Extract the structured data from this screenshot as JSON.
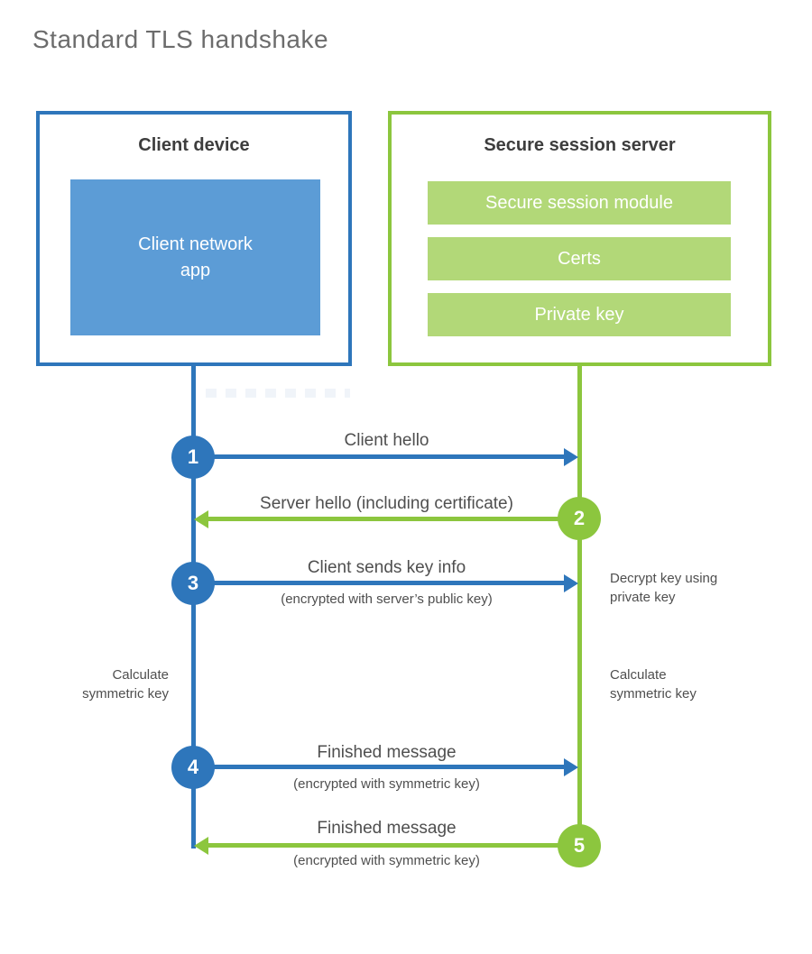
{
  "title": "Standard TLS handshake",
  "colors": {
    "blue": "#2e76bb",
    "blue_fill": "#5c9cd6",
    "green": "#8cc63e",
    "green_fill": "#b2d878",
    "heading_text": "#3d3d3d",
    "label_text": "#4f4f4f",
    "title_text": "#6c6c6c"
  },
  "client": {
    "title": "Client device",
    "module": "Client network\napp"
  },
  "server": {
    "title": "Secure session server",
    "modules": [
      "Secure session module",
      "Certs",
      "Private key"
    ]
  },
  "steps": [
    {
      "num": "1",
      "from": "client",
      "label": "Client hello",
      "sub": ""
    },
    {
      "num": "2",
      "from": "server",
      "label": "Server hello (including certificate)",
      "sub": ""
    },
    {
      "num": "3",
      "from": "client",
      "label": "Client sends key info",
      "sub": "(encrypted with server’s public key)"
    },
    {
      "num": "4",
      "from": "client",
      "label": "Finished message",
      "sub": "(encrypted with symmetric key)"
    },
    {
      "num": "5",
      "from": "server",
      "label": "Finished message",
      "sub": "(encrypted with symmetric key)"
    }
  ],
  "notes": {
    "decrypt": "Decrypt key using\nprivate key",
    "calc_right": "Calculate\nsymmetric key",
    "calc_left": "Calculate\nsymmetric key"
  }
}
